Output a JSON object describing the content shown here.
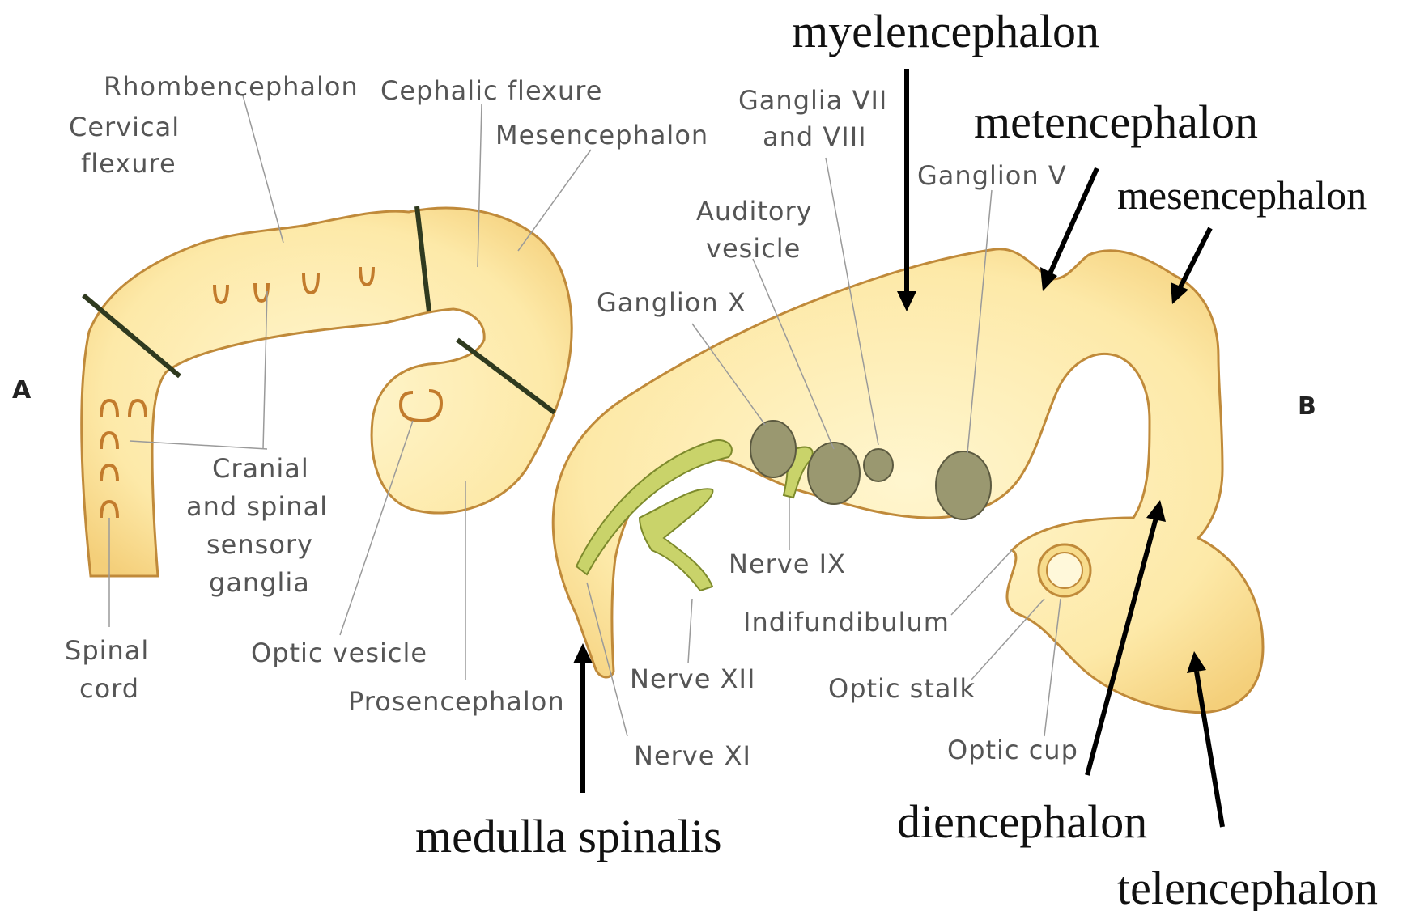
{
  "panels": {
    "a": "A",
    "b": "B"
  },
  "labels_a": {
    "rhombencephalon": "Rhombencephalon",
    "cephalic_flexure": "Cephalic flexure",
    "cervical_flexure_1": "Cervical",
    "cervical_flexure_2": "flexure",
    "mesencephalon": "Mesencephalon",
    "ganglia_1": "Cranial",
    "ganglia_2": "and spinal",
    "ganglia_3": "sensory",
    "ganglia_4": "ganglia",
    "spinal_cord_1": "Spinal",
    "spinal_cord_2": "cord",
    "optic_vesicle": "Optic vesicle",
    "prosencephalon": "Prosencephalon"
  },
  "labels_b": {
    "ganglia_vii_viii_1": "Ganglia VII",
    "ganglia_vii_viii_2": "and VIII",
    "ganglion_v": "Ganglion V",
    "auditory_vesicle_1": "Auditory",
    "auditory_vesicle_2": "vesicle",
    "ganglion_x": "Ganglion X",
    "nerve_ix": "Nerve IX",
    "infundibulum": "Indifundibulum",
    "nerve_xii": "Nerve XII",
    "optic_stalk": "Optic stalk",
    "optic_cup": "Optic cup",
    "nerve_xi": "Nerve XI"
  },
  "annotations": {
    "myelencephalon": "myelencephalon",
    "metencephalon": "metencephalon",
    "mesencephalon": "mesencephalon",
    "medulla_spinalis": "medulla spinalis",
    "diencephalon": "diencephalon",
    "telencephalon": "telencephalon"
  },
  "colors": {
    "tube_fill": "#fde9a8",
    "tube_outline": "#c08a3a",
    "ganglion": "#9a9870",
    "nerve": "#c9d36a"
  }
}
